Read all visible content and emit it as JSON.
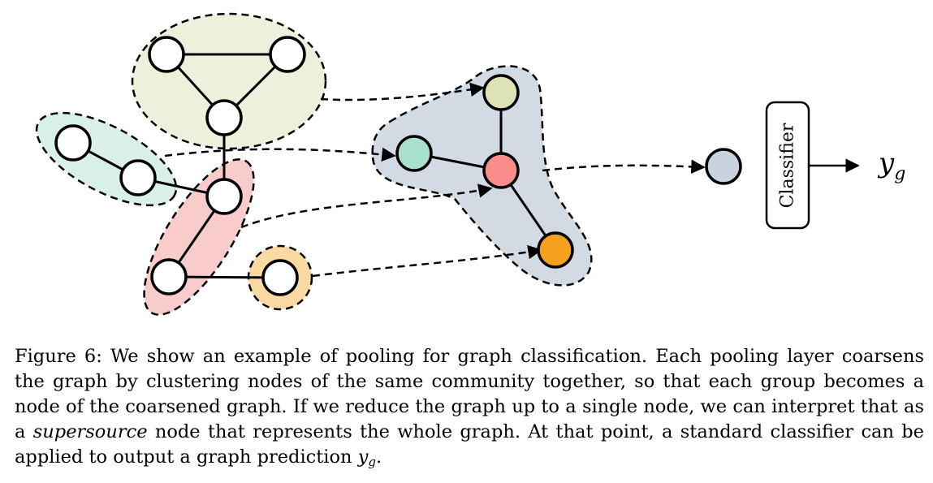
{
  "classifier": {
    "label": "Classifier"
  },
  "output": {
    "symbol": "y",
    "subscript": "g"
  },
  "caption": {
    "prefix": "Figure 6:",
    "part1": "We show an example of pooling for graph classification. Each pooling layer coarsens the graph by clustering nodes of the same community together, so that each group becomes a node of the coarsened graph. If we reduce the graph up to a single node, we can interpret that as a",
    "emphasis": "supersource",
    "part2": "node that represents the whole graph. At that point, a standard classifier can be applied to output a graph prediction",
    "math_symbol": "y",
    "math_subscript": "g",
    "end": "."
  },
  "colors": {
    "community_yellow": "#eef0dc",
    "community_teal": "#d9efe9",
    "community_red": "#f9cccc",
    "community_orange": "#fbd9a3",
    "coarse_group": "#d2dae4",
    "node_yellow": "#dde3b4",
    "node_teal": "#a8e0d0",
    "node_red": "#fa8c8c",
    "node_orange": "#f5a11e",
    "supersource": "#c9d3df"
  }
}
